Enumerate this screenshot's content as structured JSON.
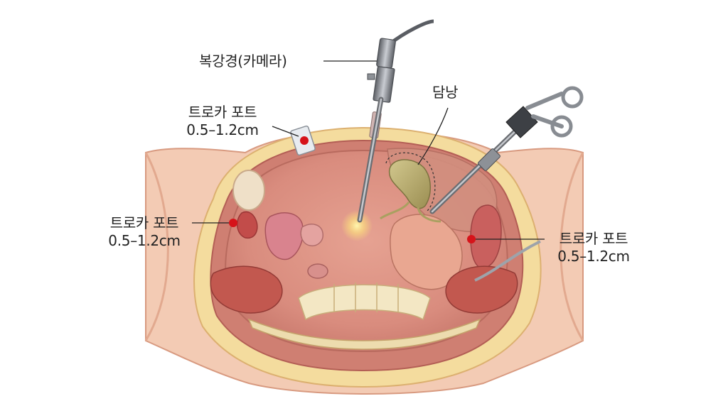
{
  "labels": {
    "laparoscope": "복강경(카메라)",
    "gallbladder": "담낭",
    "port_top": {
      "name": "트로카 포트",
      "size": "0.5–1.2cm"
    },
    "port_left": {
      "name": "트로카 포트",
      "size": "0.5–1.2cm"
    },
    "port_right": {
      "name": "트로카 포트",
      "size": "0.5–1.2cm"
    }
  },
  "colors": {
    "skin": "#f3cbb4",
    "skin_shadow": "#e6ad93",
    "fat": "#f4dc9e",
    "cavity": "#d98c7e",
    "muscle": "#c9665e",
    "organ": "#e9a791",
    "gallbladder": "#b7a96a",
    "port_marker": "#d6131a",
    "instrument": "#777a80"
  }
}
